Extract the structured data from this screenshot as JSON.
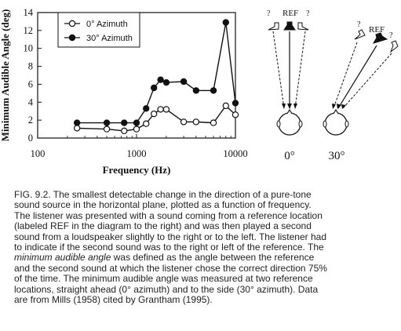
{
  "chart_data": {
    "type": "line",
    "ylabel": "Minimum Audible Angle (deg)",
    "xlabel": "Frequency (Hz)",
    "xscale": "log",
    "xlim": [
      100,
      10000
    ],
    "ylim": [
      0,
      14
    ],
    "xticks": [
      100,
      1000,
      10000
    ],
    "xtick_labels": [
      "100",
      "1000",
      "10000"
    ],
    "yticks": [
      0,
      2,
      4,
      6,
      8,
      10,
      12,
      14
    ],
    "ytick_labels": [
      "0",
      "2",
      "4",
      "6",
      "8",
      "10",
      "12",
      "14"
    ],
    "legend_position": "top-left",
    "grid": false,
    "series": [
      {
        "name": "0° Azimuth",
        "marker": "open-circle",
        "x": [
          250,
          500,
          750,
          1000,
          1250,
          1500,
          1750,
          2000,
          3000,
          4000,
          6000,
          8000,
          10000
        ],
        "y": [
          1.1,
          1.0,
          0.8,
          1.0,
          1.6,
          2.7,
          3.2,
          3.2,
          1.8,
          1.8,
          1.7,
          3.6,
          2.6
        ]
      },
      {
        "name": "30° Azimuth",
        "marker": "filled-circle",
        "x": [
          250,
          500,
          750,
          1000,
          1250,
          1500,
          1750,
          2000,
          3000,
          4000,
          6000,
          8000,
          10000
        ],
        "y": [
          1.7,
          1.7,
          1.7,
          1.7,
          3.3,
          5.6,
          6.5,
          6.2,
          6.3,
          5.3,
          5.3,
          12.9,
          3.9
        ]
      }
    ]
  },
  "diagram": {
    "ref_label": "REF",
    "unknown_label": "?",
    "left_angle_label": "0°",
    "right_angle_label": "30°"
  },
  "caption": {
    "line1": "FIG. 9.2. The smallest detectable change in the direction of a pure-tone",
    "line2": "sound source in the horizontal plane, plotted as a function of frequency.",
    "line3": "The listener was presented with a sound coming from a reference location",
    "line4": "(labeled REF in the diagram to the right) and was then played a second",
    "line5": "sound from a loudspeaker slightly to the right or to the left. The listener had",
    "line6": "to indicate if the second sound was to the right or left of the reference. The",
    "line7_em": "minimum audible angle",
    "line7_rest": " was defined as the angle between the reference",
    "line8": "and the second sound at which the listener chose the correct direction 75%",
    "line9": "of the time. The minimum audible angle was measured at two reference",
    "line10": "locations, straight ahead (0° azimuth) and to the side (30° azimuth). Data",
    "line11": "are from Mills (1958) cited by Grantham (1995)."
  }
}
